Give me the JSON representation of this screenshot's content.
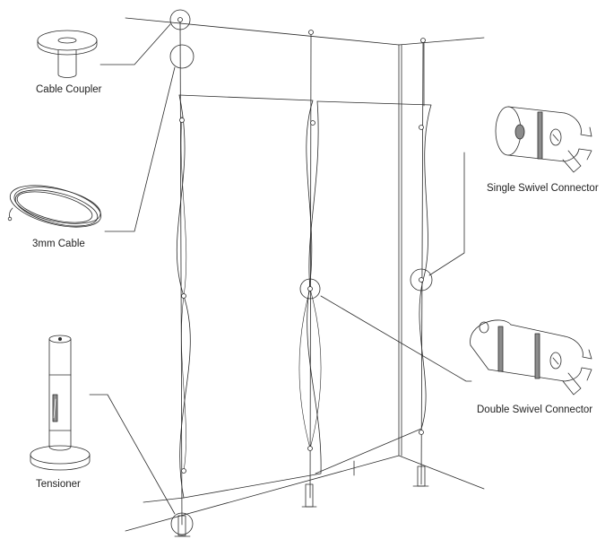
{
  "labels": {
    "cable_coupler": "Cable Coupler",
    "cable": "3mm Cable",
    "single_swivel_connector": "Single Swivel Connector",
    "double_swivel_connector": "Double Swivel Connector",
    "tensioner": "Tensioner"
  },
  "colors": {
    "line": "#2b2b2b",
    "shade": "#8c8c8c",
    "background": "#ffffff"
  }
}
